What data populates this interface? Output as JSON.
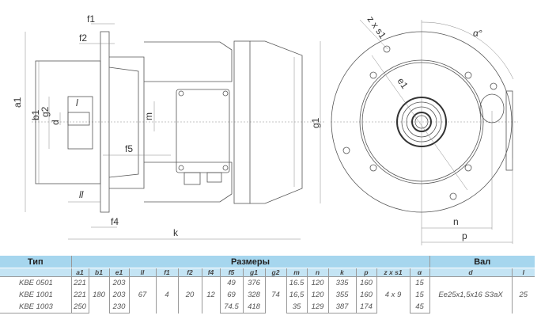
{
  "drawing": {
    "labels": {
      "a1": "a1",
      "b1": "b1",
      "g2": "g2",
      "d": "d",
      "l": "l",
      "ll": "ll",
      "f1": "f1",
      "f2": "f2",
      "f4": "f4",
      "f5": "f5",
      "m": "m",
      "g1": "g1",
      "k": "k",
      "zxs1": "z x s1",
      "e1": "e1",
      "alpha": "α°",
      "n": "n",
      "p": "p"
    }
  },
  "table": {
    "group_headers": {
      "type": "Тип",
      "dims": "Размеры",
      "shaft": "Вал"
    },
    "columns": [
      "a1",
      "b1",
      "e1",
      "ll",
      "f1",
      "f2",
      "f4",
      "f5",
      "g1",
      "g2",
      "m",
      "n",
      "k",
      "p",
      "z x s1",
      "α",
      "d",
      "l"
    ],
    "rows": [
      {
        "type": "KBE 0501",
        "a1": "221",
        "e1": "203",
        "f5": "49",
        "g1": "376",
        "m": "16.5",
        "n": "120",
        "k": "335",
        "p": "160",
        "alpha": "15"
      },
      {
        "type": "KBE 1001",
        "a1": "221",
        "e1": "203",
        "f5": "69",
        "g1": "328",
        "m": "16,5",
        "n": "120",
        "k": "355",
        "p": "160",
        "alpha": "15"
      },
      {
        "type": "KBE 1003",
        "a1": "250",
        "e1": "230",
        "f5": "74.5",
        "g1": "418",
        "m": "35",
        "n": "129",
        "k": "387",
        "p": "174",
        "alpha": "45"
      }
    ],
    "shared": {
      "b1": "180",
      "ll": "67",
      "f1": "4",
      "f2": "20",
      "f4": "12",
      "g2": "74",
      "zxs1": "4 x 9",
      "d": "Ee25x1,5x16 S3aX",
      "l": "25"
    }
  }
}
